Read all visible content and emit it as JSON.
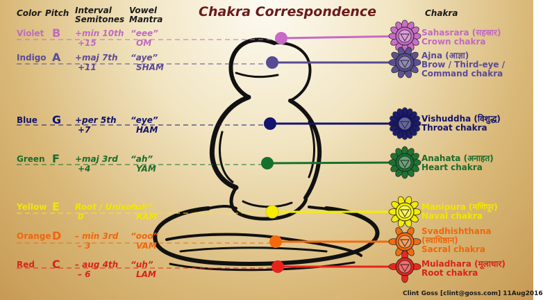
{
  "title": "Chakra Correspondence",
  "headers": {
    "color": "Color",
    "pitch": "Pitch",
    "interval": "Interval",
    "semitones": "Semitones",
    "vowel": "Vowel",
    "mantra": "Mantra",
    "chakra": "Chakra"
  },
  "rows": [
    {
      "color_name": "Violet",
      "pitch": "B",
      "interval": "+min 10th",
      "semitones": "+15",
      "vowel": "“eee”",
      "mantra": "OM",
      "chakra1": "Sahasrara (सहस्रार)",
      "chakra2": "Crown chakra",
      "chakra3": "",
      "line_color": "#c869c8",
      "text_color": "#c06ac0"
    },
    {
      "color_name": "Indigo",
      "pitch": "A",
      "interval": "+maj 7th",
      "semitones": "+11",
      "vowel": "“aye”",
      "mantra": "SHAM",
      "chakra1": "Ajna (आज्ञा)",
      "chakra2": "Brow / Third-eye /",
      "chakra3": "Command chakra",
      "line_color": "#574b93",
      "text_color": "#5a4a98"
    },
    {
      "color_name": "Blue",
      "pitch": "G",
      "interval": "+per 5th",
      "semitones": "+7",
      "vowel": "“eye”",
      "mantra": "HAM",
      "chakra1": "Vishuddha (विशुद्ध)",
      "chakra2": "Throat chakra",
      "chakra3": "",
      "line_color": "#13146e",
      "text_color": "#11126a"
    },
    {
      "color_name": "Green",
      "pitch": "F",
      "interval": "+maj 3rd",
      "semitones": "+4",
      "vowel": "“ah”",
      "mantra": "YAM",
      "chakra1": "Anahata (अनाहत)",
      "chakra2": "Heart chakra",
      "chakra3": "",
      "line_color": "#16702e",
      "text_color": "#1a6b2c"
    },
    {
      "color_name": "Yellow",
      "pitch": "E",
      "interval": "Root / Unison",
      "semitones": "0",
      "vowel": "“oh”",
      "mantra": "RAM",
      "chakra1": "Manipura (मणिपूर)",
      "chakra2": "Naval chakra",
      "chakra3": "",
      "line_color": "#f5ee00",
      "text_color": "#f2e600"
    },
    {
      "color_name": "Orange",
      "pitch": "D",
      "interval": "– min 3rd",
      "semitones": "– 3",
      "vowel": "“ooo”",
      "mantra": "VAM",
      "chakra1": "Svadhishthana",
      "chakra2": "(स्वाधिष्ठान)",
      "chakra3": "Sacral chakra",
      "line_color": "#f26a0c",
      "text_color": "#ee6610"
    },
    {
      "color_name": "Red",
      "pitch": "C",
      "interval": "– aug 4th",
      "semitones": "– 6",
      "vowel": "“uh”",
      "mantra": "LAM",
      "chakra1": "Muladhara (मूलाधार)",
      "chakra2": "Root chakra",
      "chakra3": "",
      "line_color": "#e8231c",
      "text_color": "#d8231c"
    }
  ],
  "credit": "Clint Goss [clint@goss.com] 11Aug2016"
}
